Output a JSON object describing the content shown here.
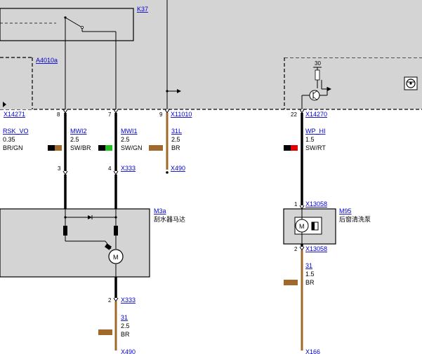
{
  "components": {
    "k37": {
      "ref": "K37"
    },
    "a4010a": {
      "ref": "A4010a"
    },
    "m3a": {
      "ref": "M3a",
      "desc": "刮水器马达"
    },
    "m95": {
      "ref": "M95",
      "desc": "后窗清洗泵"
    }
  },
  "motor_symbol": "M",
  "connectors": {
    "x14271": "X14271",
    "x11010": "X11010",
    "x14270": "X14270",
    "x333_top": "X333",
    "x490_top": "X490",
    "x13058_top": "X13058",
    "x13058_bot": "X13058",
    "x333_bot": "X333",
    "x490_bot": "X490",
    "x166": "X166"
  },
  "pins": {
    "p8": "8",
    "p7": "7",
    "p9": "9",
    "p22": "22",
    "p3": "3",
    "p4": "4",
    "p1": "1",
    "p2_m95": "2",
    "p2_m3a": "2",
    "p30": "30"
  },
  "wires": {
    "rsk_vo": {
      "name": "RSK_VO",
      "size": "0.35",
      "color": "BR/GN"
    },
    "mwi2": {
      "name": "MWI2",
      "size": "2.5",
      "color": "SW/BR"
    },
    "mwi1": {
      "name": "MWI1",
      "size": "2.5",
      "color": "SW/GN"
    },
    "w31l": {
      "name": "31L",
      "size": "2.5",
      "color": "BR"
    },
    "wp_hi": {
      "name": "WP_HI",
      "size": "1.5",
      "color": "SW/RT"
    },
    "w31_m95": {
      "name": "31",
      "size": "1.5",
      "color": "BR"
    },
    "w31_m3a": {
      "name": "31",
      "size": "2.5",
      "color": "BR"
    }
  },
  "swatches": {
    "black": "#000000",
    "brown": "#a0682a",
    "green": "#1fbf1f",
    "red": "#e00000",
    "link": "#0000cc",
    "panel": "#d4d4d4"
  }
}
